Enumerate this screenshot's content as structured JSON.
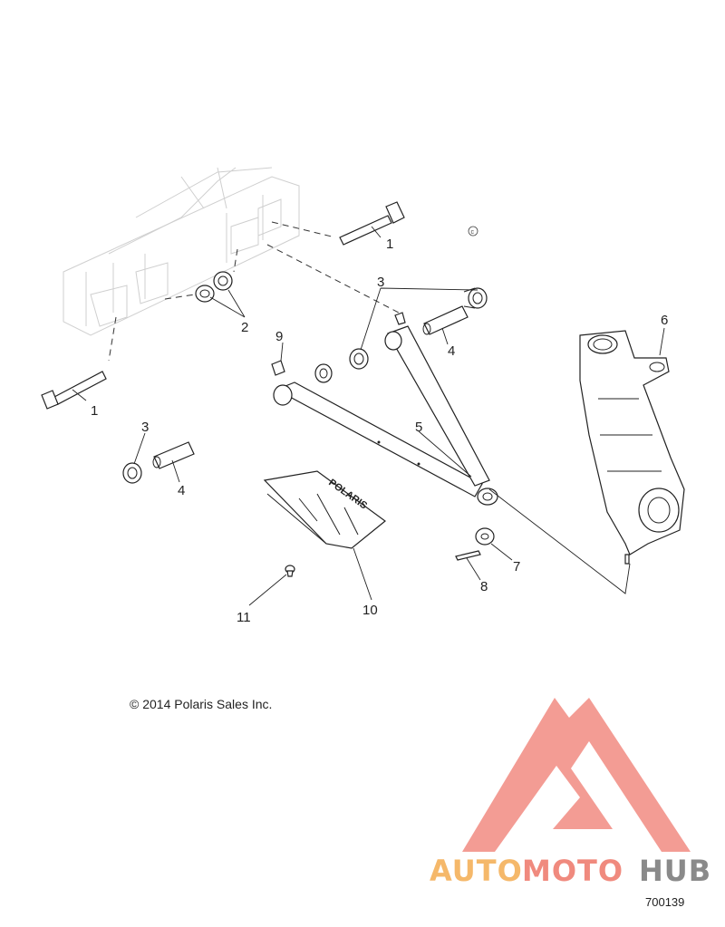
{
  "callouts": {
    "c1a": "1",
    "c1b": "1",
    "c2": "2",
    "c3a": "3",
    "c3b": "3",
    "c4a": "4",
    "c4b": "4",
    "c5": "5",
    "c6": "6",
    "c7": "7",
    "c8": "8",
    "c9": "9",
    "c10": "10",
    "c11": "11"
  },
  "copyright": "© 2014 Polaris Sales Inc.",
  "copyright_mark": "c",
  "skid_plate_logo": "POLARIS",
  "diagram_id": "700139",
  "watermark": {
    "part1": "AUTO",
    "part2": "MOTO",
    "part3": "HUB",
    "color1": "#f5b86a",
    "color2": "#f08a7e",
    "color3": "#8a8a8a",
    "logo_color": "#f28b82"
  }
}
